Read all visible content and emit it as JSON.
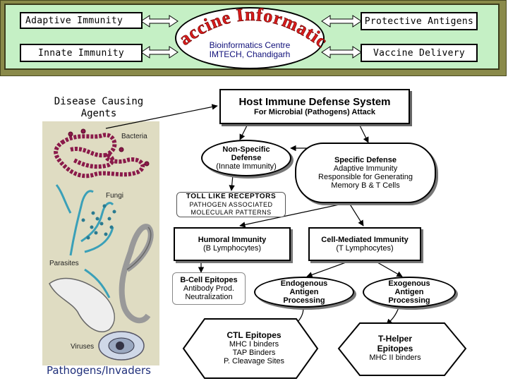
{
  "banner": {
    "top_left": "Adaptive Immunity",
    "bottom_left": "Innate Immunity",
    "top_right": "Protective Antigens",
    "bottom_right": "Vaccine Delivery",
    "logo_text": "Vaccine Informatics",
    "center_line1": "Bioinformatics Centre",
    "center_line2": "IMTECH, Chandigarh"
  },
  "left": {
    "title_line1": "Disease Causing",
    "title_line2": "Agents",
    "labels": {
      "bacteria": "Bacteria",
      "fungi": "Fungi",
      "parasites": "Parasites",
      "viruses": "Viruses"
    },
    "caption": "Pathogens/Invaders"
  },
  "flow": {
    "host_title": "Host Immune Defense System",
    "host_sub": "For Microbial (Pathogens) Attack",
    "nonspecific_l1": "Non-Specific",
    "nonspecific_l2": "Defense",
    "nonspecific_l3": "(Innate Immunity)",
    "specific_l1": "Specific Defense",
    "specific_l2": "Adaptive Immunity",
    "specific_l3": "Responsible for Generating",
    "specific_l4": "Memory B & T Cells",
    "tlr_l1": "TOLL LIKE RECEPTORS",
    "tlr_l2": "PATHOGEN ASSOCIATED",
    "tlr_l3": "MOLECULAR PATTERNS",
    "humoral_l1": "Humoral Immunity",
    "humoral_l2": "(B Lymphocytes)",
    "cell_l1": "Cell-Mediated Immunity",
    "cell_l2": "(T Lymphocytes)",
    "bcell_l1": "B-Cell Epitopes",
    "bcell_l2": "Antibody Prod.",
    "bcell_l3": "Neutralization",
    "endo_l1": "Endogenous",
    "endo_l2": "Antigen",
    "endo_l3": "Processing",
    "exo_l1": "Exogenous",
    "exo_l2": "Antigen",
    "exo_l3": "Processing",
    "ctl_l1": "CTL Epitopes",
    "ctl_l2": "MHC I binders",
    "ctl_l3": "TAP Binders",
    "ctl_l4": "P. Cleavage Sites",
    "th_l1": "T-Helper",
    "th_l2": "Epitopes",
    "th_l3": "MHC II binders"
  },
  "colors": {
    "banner_bg": "#c5f0c5",
    "banner_frame": "#8a8a4a",
    "logo": "#d81b1b",
    "caption": "#1f2f7a",
    "center_text": "#10107a"
  }
}
